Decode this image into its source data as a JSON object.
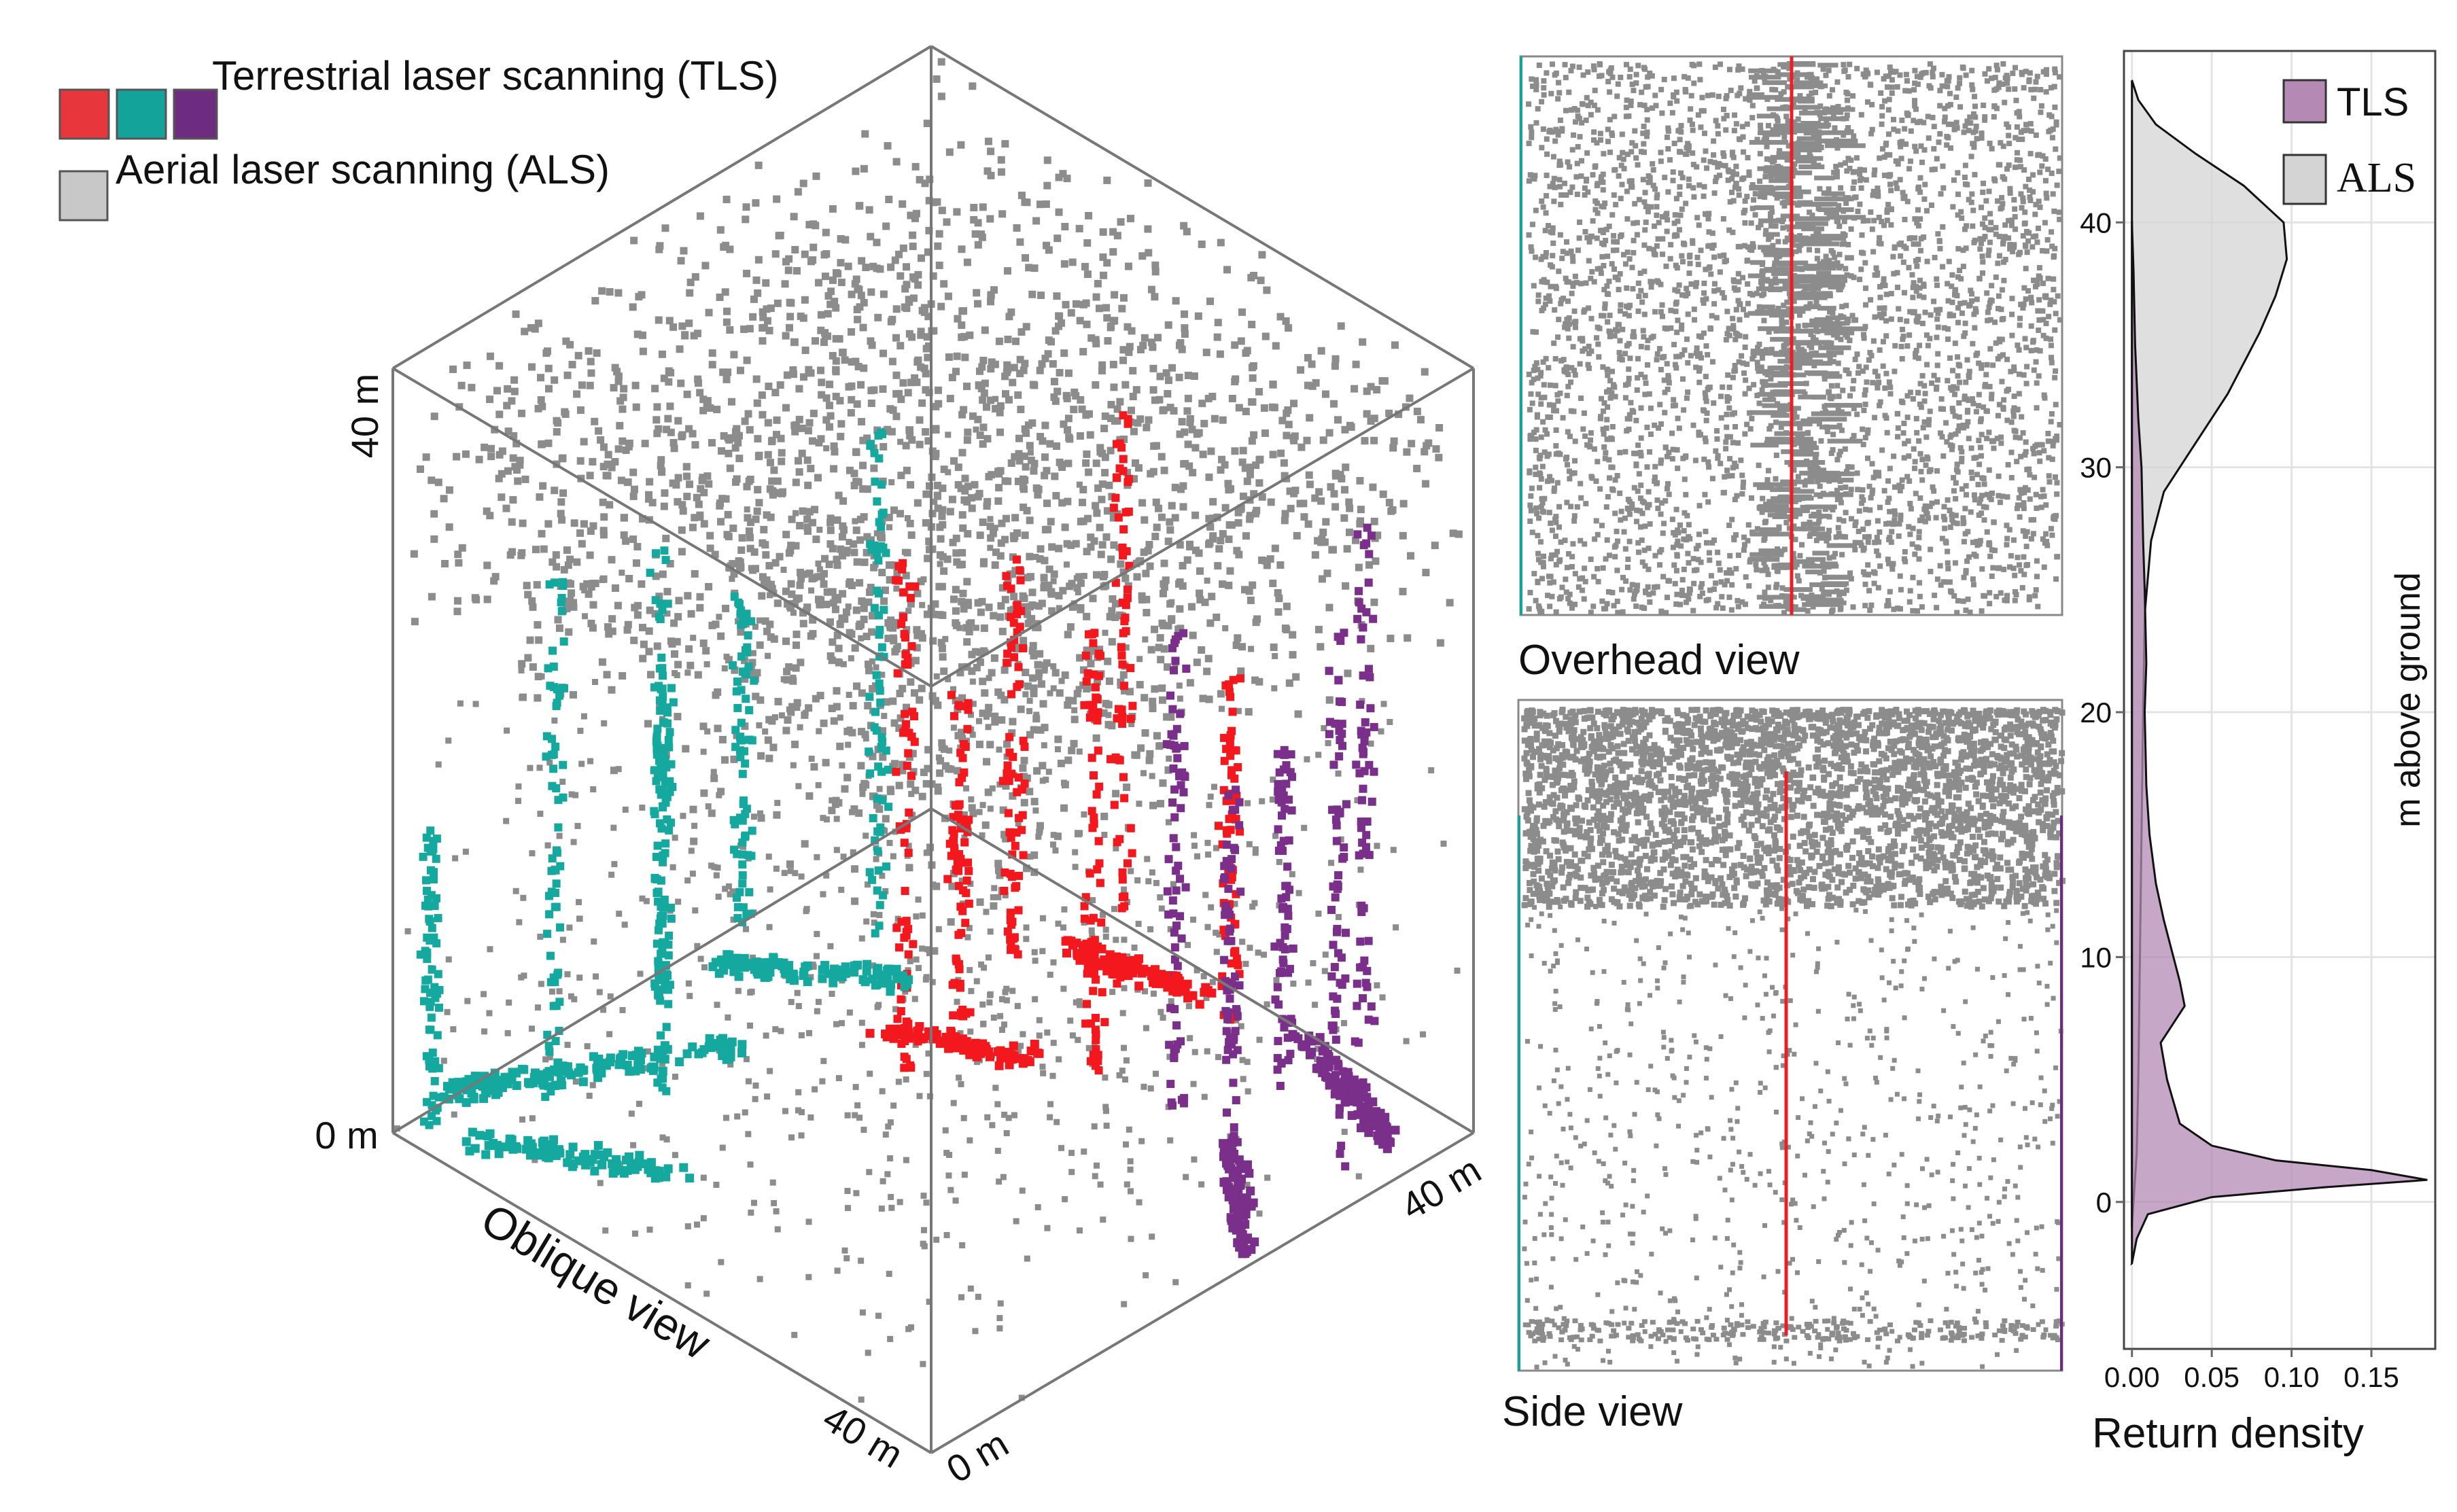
{
  "legend": {
    "tls_label": "Terrestrial laser scanning (TLS)",
    "als_label": "Aerial laser scanning (ALS)",
    "tls_colors": [
      "#e8373c",
      "#13a39b",
      "#6e2c80"
    ],
    "als_color": "#c8c8c8"
  },
  "oblique": {
    "label": "Oblique view",
    "height_top_label": "40 m",
    "height_bottom_label": "0 m",
    "depth_label": "40 m",
    "origin_label": "0 m",
    "width_label": "40 m"
  },
  "overhead": {
    "label": "Overhead view"
  },
  "side": {
    "label": "Side view"
  },
  "chart_data": {
    "type": "area",
    "orientation": "horizontal",
    "xlabel": "Return density",
    "ylabel": "m above ground",
    "xlim": [
      -0.005,
      0.19
    ],
    "ylim": [
      -6,
      47
    ],
    "x_ticks": [
      0.0,
      0.05,
      0.1,
      0.15
    ],
    "x_tick_labels": [
      "0.00",
      "0.05",
      "0.10",
      "0.15"
    ],
    "y_ticks": [
      0,
      10,
      20,
      30,
      40
    ],
    "y_tick_labels": [
      "0",
      "10",
      "20",
      "30",
      "40"
    ],
    "grid": true,
    "legend_position": "top-right",
    "series": [
      {
        "name": "TLS",
        "color": "#b48ab4",
        "points": [
          [
            0.0,
            -2.5
          ],
          [
            0.003,
            -1.5
          ],
          [
            0.01,
            -0.5
          ],
          [
            0.05,
            0.2
          ],
          [
            0.12,
            0.6
          ],
          [
            0.185,
            0.9
          ],
          [
            0.15,
            1.3
          ],
          [
            0.09,
            1.7
          ],
          [
            0.05,
            2.3
          ],
          [
            0.03,
            3.2
          ],
          [
            0.022,
            5
          ],
          [
            0.018,
            6.5
          ],
          [
            0.026,
            7.3
          ],
          [
            0.033,
            8
          ],
          [
            0.03,
            9
          ],
          [
            0.026,
            10
          ],
          [
            0.02,
            11.5
          ],
          [
            0.015,
            13
          ],
          [
            0.011,
            15
          ],
          [
            0.009,
            17
          ],
          [
            0.008,
            20
          ],
          [
            0.009,
            22
          ],
          [
            0.008,
            25
          ],
          [
            0.007,
            27
          ],
          [
            0.006,
            30
          ],
          [
            0.004,
            32
          ],
          [
            0.002,
            35
          ],
          [
            0.001,
            38
          ],
          [
            0.0,
            40
          ]
        ]
      },
      {
        "name": "ALS",
        "color": "#d4d4d4",
        "points": [
          [
            0.0,
            -1
          ],
          [
            0.003,
            2
          ],
          [
            0.004,
            5
          ],
          [
            0.005,
            10
          ],
          [
            0.006,
            15
          ],
          [
            0.007,
            20
          ],
          [
            0.008,
            24
          ],
          [
            0.012,
            27
          ],
          [
            0.02,
            29
          ],
          [
            0.035,
            30.5
          ],
          [
            0.06,
            33
          ],
          [
            0.08,
            35.5
          ],
          [
            0.09,
            37
          ],
          [
            0.097,
            38.5
          ],
          [
            0.095,
            40
          ],
          [
            0.07,
            41.5
          ],
          [
            0.04,
            42.8
          ],
          [
            0.015,
            44
          ],
          [
            0.004,
            45
          ],
          [
            0.0,
            45.8
          ]
        ]
      }
    ]
  }
}
